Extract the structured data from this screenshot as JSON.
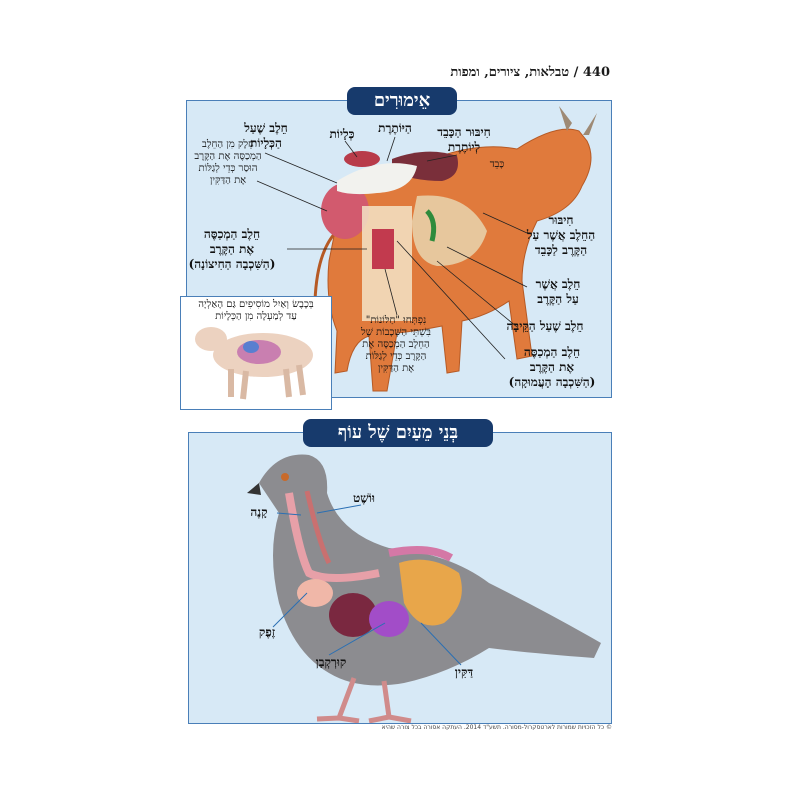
{
  "header": {
    "page_title": "440 / טבלאות, ציורים, ומפות"
  },
  "top_panel": {
    "title": "אֵימוּרִים",
    "labels": {
      "kidney_fat": [
        "חֵלֶב שֶׁעַל",
        "הַכְּלָיוֹת"
      ],
      "kidneys": "כְּלָיוֹת",
      "lobe": "הַיּוֹתֶרֶת",
      "liver_joint": [
        "חִיבּוּר הַכָּבֵד",
        "לְיוֹתֶרֶת"
      ],
      "liver": "כָּבֵד",
      "partial_fat": [
        "חֵלֶק מִן הַחֵלֶב",
        "הַמְכַסֶּה אֶת הַקֶּרֶב",
        "הוּסַר כְּדֵי לְגַלּוֹת",
        "אֶת הַדַּקִּין"
      ],
      "covering_fat_outer": [
        "חֵלֶב הַמְכַסֶּה",
        "אֶת הַקֶּרֶב"
      ],
      "outer_layer": "(הַשִּׁכְבָה הַחִיצוֹנָה)",
      "junction": [
        "חִיבּוּר",
        "הַחֵלֶב אֲשֶׁר עַל",
        "הַקֶּרֶב לַכָּבֵד"
      ],
      "fat_on_entrails": [
        "חֵלֶב אֲשֶׁר",
        "עַל הַקֶּרֶב"
      ],
      "stomach_fat": "חֵלֶב שֶׁעַל הַקֵּיבָה",
      "peeled": [
        "נִפְתְּחוּ \"חַלּוֹנוֹת\"",
        "בִּשְׁתֵּי הַשְּׁכָבוֹת שֶׁל",
        "הַחֵלֶב הַמְכַסֶּה אֶת",
        "הַקֶּרֶב כְּדֵי לְגַלּוֹת",
        "אֶת הַדַּקִּין"
      ],
      "covering_fat_inner": [
        "חֵלֶב הַמְכַסֶּה",
        "אֶת הַקֶּרֶב"
      ],
      "inner_layer": "(הַשִּׁכְבָה הָעֲמוּקָה)",
      "sheep_note": [
        "בְּכֶבֶשׂ וְאַיִל מוֹסִיפִים גַּם הָאַלְיָה",
        "עַד לְמַעְלָה מִן הַכְּלָיוֹת"
      ]
    }
  },
  "bottom_panel": {
    "title": "בְּנֵי מֵעַיִם שֶׁל עוֹף",
    "labels": {
      "esophagus": "וּוֹשֶׁט",
      "trachea": "קָנֶה",
      "crop": "זֶפֶק",
      "gizzard": "קוּרְקְבָן",
      "intestines": "דַּקִּין"
    }
  },
  "footer": {
    "text": "© כל הזכויות שמורות לארטסקרול-מסורה. תשע\"ד 2014. העתקה אסורה בכל צורה שהיא"
  },
  "colors": {
    "title_bg": "#173a6c",
    "panel_bg": "#d7e9f6",
    "panel_border": "#4a7fb8",
    "cow": "#e07a3c",
    "bird": "#8c8c90"
  }
}
